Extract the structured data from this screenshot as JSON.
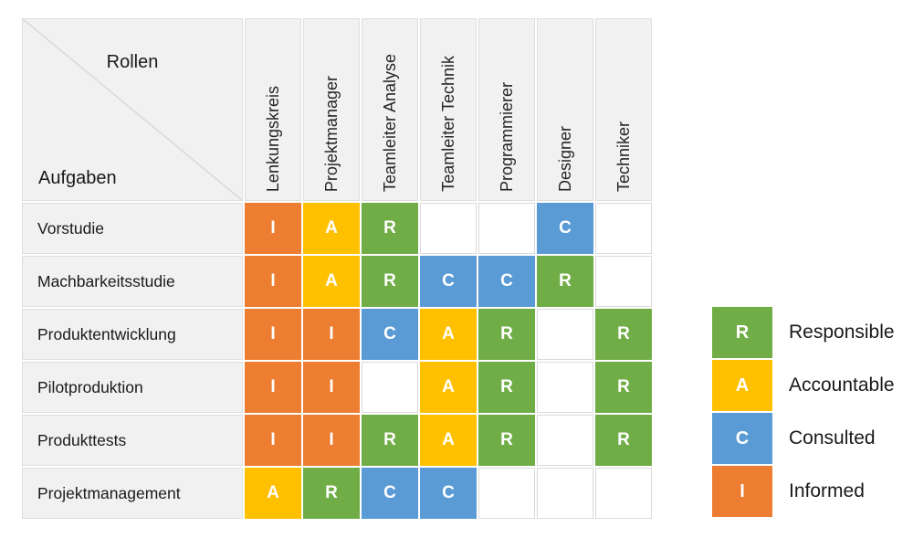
{
  "matrix": {
    "corner": {
      "top_label": "Rollen",
      "bottom_label": "Aufgaben"
    },
    "roles": [
      "Lenkungskreis",
      "Projektmanager",
      "Teamleiter Analyse",
      "Teamleiter Technik",
      "Programmierer",
      "Designer",
      "Techniker"
    ],
    "tasks": [
      {
        "label": "Vorstudie",
        "assignments": [
          "I",
          "A",
          "R",
          "",
          "",
          "C",
          ""
        ]
      },
      {
        "label": "Machbarkeitsstudie",
        "assignments": [
          "I",
          "A",
          "R",
          "C",
          "C",
          "R",
          ""
        ]
      },
      {
        "label": "Produktentwicklung",
        "assignments": [
          "I",
          "I",
          "C",
          "A",
          "R",
          "",
          "R"
        ]
      },
      {
        "label": "Pilotproduktion",
        "assignments": [
          "I",
          "I",
          "",
          "A",
          "R",
          "",
          "R"
        ]
      },
      {
        "label": "Produkttests",
        "assignments": [
          "I",
          "I",
          "R",
          "A",
          "R",
          "",
          "R"
        ]
      },
      {
        "label": "Projektmanagement",
        "assignments": [
          "A",
          "R",
          "C",
          "C",
          "",
          "",
          ""
        ]
      }
    ]
  },
  "colors": {
    "R": "#70AD47",
    "A": "#FFC000",
    "C": "#5B9BD5",
    "I": "#ED7D31",
    "grid_line": "#d9d9d9",
    "header_bg": "#f1f1f1"
  },
  "legend": {
    "items": [
      {
        "code": "R",
        "label": "Responsible",
        "color": "#70AD47"
      },
      {
        "code": "A",
        "label": "Accountable",
        "color": "#FFC000"
      },
      {
        "code": "C",
        "label": "Consulted",
        "color": "#5B9BD5"
      },
      {
        "code": "I",
        "label": "Informed",
        "color": "#ED7D31"
      }
    ]
  }
}
